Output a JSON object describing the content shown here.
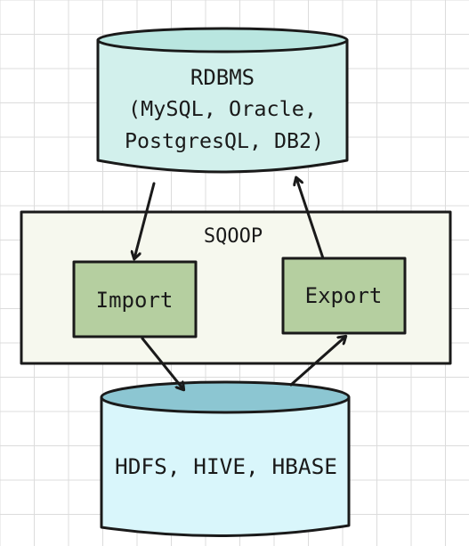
{
  "colors": {
    "grid_line": "#dcdcdc",
    "outline": "#1a1a1a",
    "rdbms_fill": "#d2f0ec",
    "rdbms_top": "#b9e6e0",
    "sqoop_fill": "#f6f8ee",
    "module_fill": "#b5cfa0",
    "hdfs_fill": "#d9f6fb",
    "hdfs_top": "#8cc6d2"
  },
  "rdbms": {
    "line1": "RDBMS",
    "line2": "(MySQL, Oracle,",
    "line3": "PostgresQL, DB2)"
  },
  "sqoop": {
    "title": "SQOOP",
    "import_label": "Import",
    "export_label": "Export"
  },
  "hadoop": {
    "label": "HDFS, HIVE, HBASE"
  }
}
